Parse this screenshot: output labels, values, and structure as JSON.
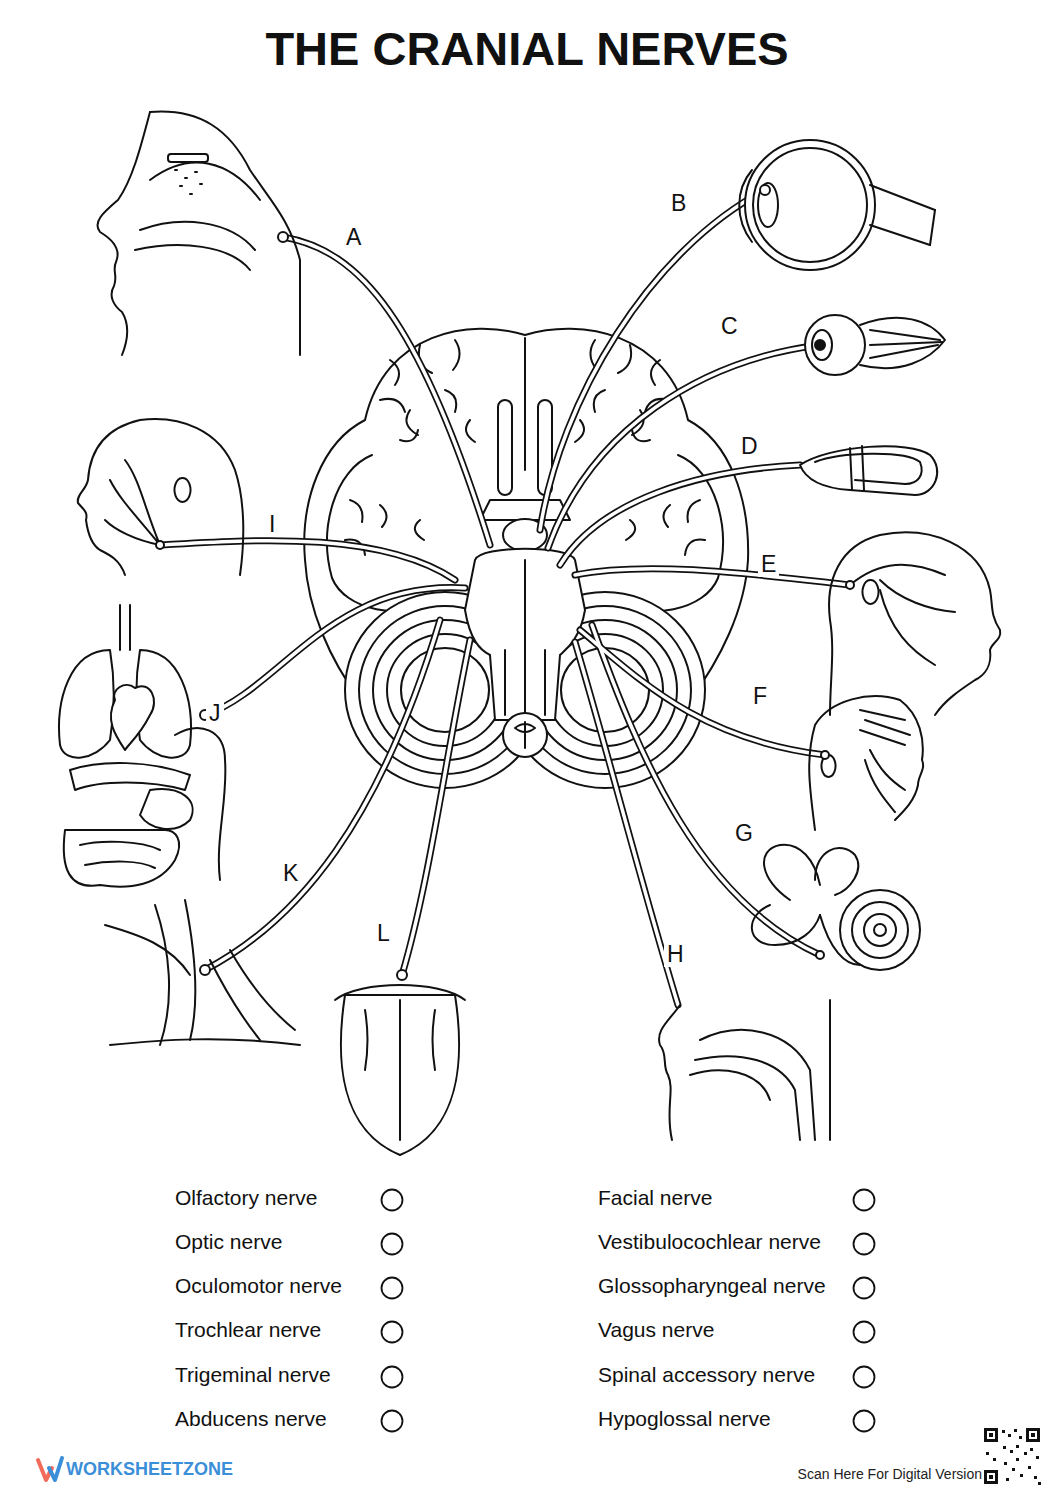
{
  "diagram": {
    "title": "THE CRANIAL NERVES",
    "labels": [
      "A",
      "B",
      "C",
      "D",
      "E",
      "F",
      "G",
      "H",
      "I",
      "J",
      "K",
      "L",
      "Olfactory nerve",
      "Optic nerve",
      "Oculomotor nerve",
      "Trochlear nerve",
      "Trigeminal nerve",
      "Abducens nerve",
      "Facial nerve",
      "Vestibulocochlear nerve",
      "Glossopharyngeal nerve",
      "Vagus nerve",
      "Spinal accessory nerve",
      "Hypoglossal nerve",
      "WORKSHEETZONE",
      "Scan Here For Digital Version"
    ]
  }
}
